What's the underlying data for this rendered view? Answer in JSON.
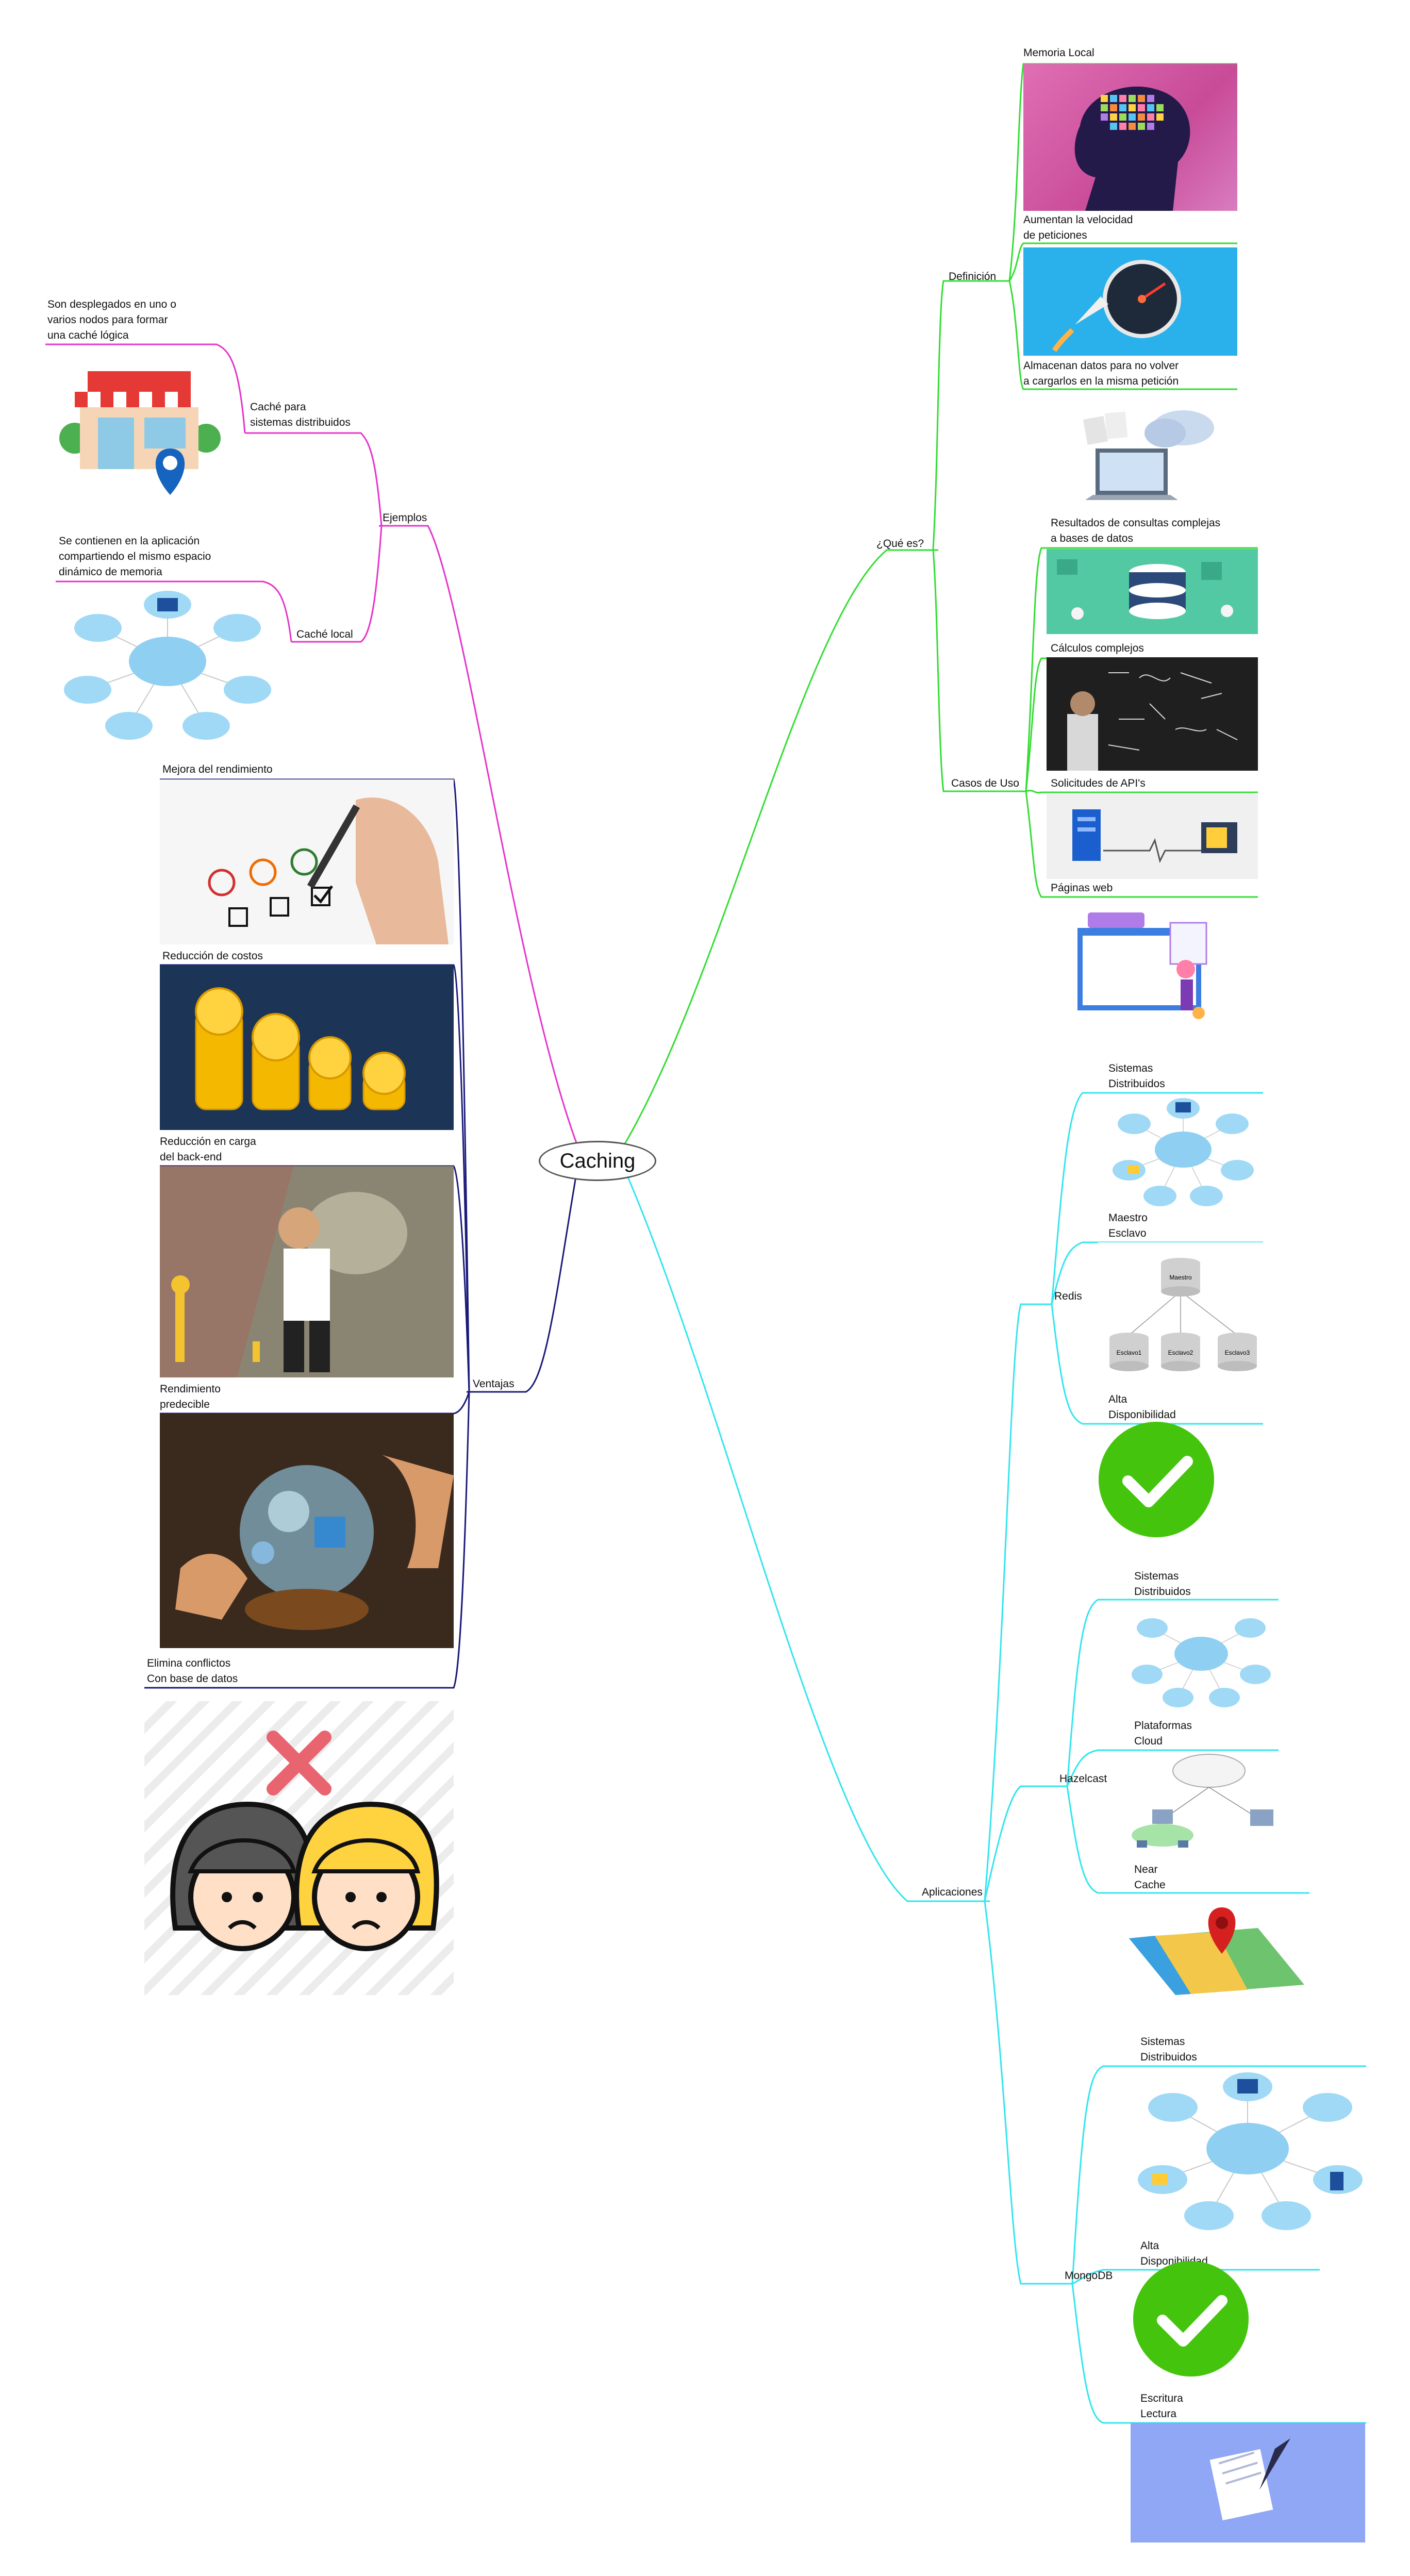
{
  "root": "Caching",
  "branches": {
    "que_es": {
      "label": "¿Qué es?",
      "definicion": {
        "label": "Definición",
        "items": [
          "Memoria Local",
          "Aumentan la velocidad\nde peticiones",
          "Almacenan datos para no volver\na cargarlos en la misma petición"
        ]
      },
      "casos_de_uso": {
        "label": "Casos de Uso",
        "items": [
          "Resultados de consultas complejas\na bases de datos",
          "Cálculos complejos",
          "Solicitudes de API's",
          "Páginas web"
        ]
      }
    },
    "aplicaciones": {
      "label": "Aplicaciones",
      "redis": {
        "label": "Redis",
        "items": [
          "Sistemas\nDistribuidos",
          "Maestro\nEsclavo",
          "Alta\nDisponibilidad"
        ],
        "diagram_labels": [
          "Maestro",
          "Esclavo1",
          "Esclavo2",
          "Esclavo3"
        ]
      },
      "hazelcast": {
        "label": "Hazelcast",
        "items": [
          "Sistemas\nDistribuidos",
          "Plataformas\nCloud",
          "Near\nCache"
        ]
      },
      "mongodb": {
        "label": "MongoDB",
        "items": [
          "Sistemas\nDistribuidos",
          "Alta\nDisponibilidad",
          "Escritura\nLectura"
        ]
      }
    },
    "ejemplos": {
      "label": "Ejemplos",
      "items": [
        {
          "label": "Caché para\nsistemas distribuidos",
          "desc": "Son desplegados en uno o\nvarios nodos para formar\nuna caché lógica"
        },
        {
          "label": "Caché local",
          "desc": "Se contienen en la aplicación\ncompartiendo el mismo espacio\ndinámico de memoria"
        }
      ]
    },
    "ventajas": {
      "label": "Ventajas",
      "items": [
        "Mejora del rendimiento",
        "Reducción de costos",
        "Reducción en carga\ndel back-end",
        "Rendimiento\npredecible",
        "Elimina conflictos\nCon base de datos"
      ]
    }
  },
  "colors": {
    "que_es": "#33dd33",
    "aplicaciones": "#33e5ee",
    "ejemplos": "#e633cc",
    "ventajas": "#1a1a7a"
  },
  "icons": {
    "brain": "brain-icon",
    "speedometer": "speedometer-icon",
    "cloud_laptop": "cloud-laptop-icon",
    "database": "database-icon",
    "chalkboard": "chalkboard-icon",
    "api": "api-server-icon",
    "web": "web-page-icon",
    "network": "network-cloud-icon",
    "check": "check-icon",
    "map_pin": "map-pin-icon",
    "scroll": "scroll-quill-icon",
    "store": "store-icon",
    "feedback": "feedback-checklist-icon",
    "coins": "coins-icon",
    "debt_man": "debt-burden-icon",
    "crystal_ball": "crystal-ball-icon",
    "conflict_faces": "conflict-faces-icon"
  }
}
